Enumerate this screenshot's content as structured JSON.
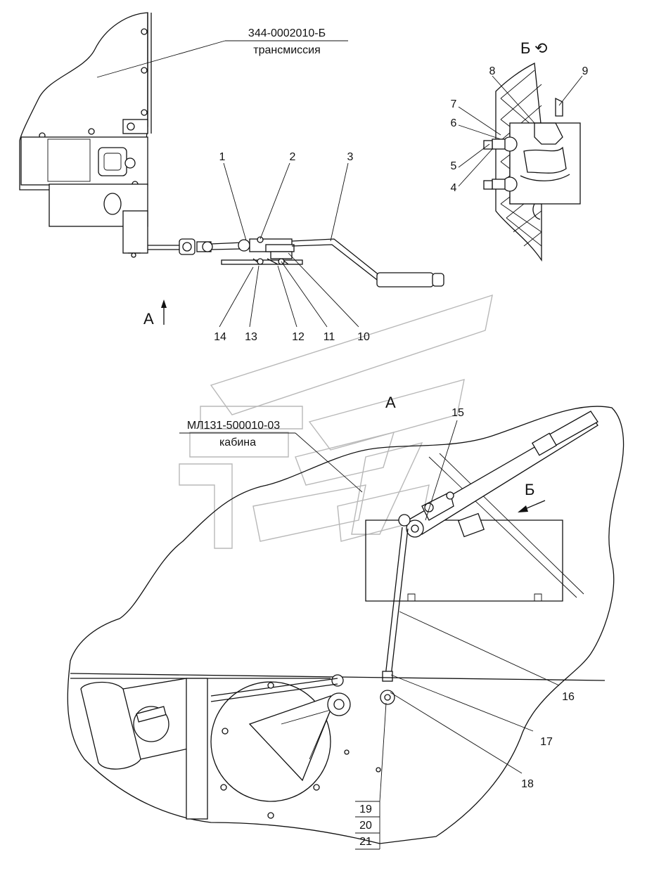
{
  "callouts": {
    "transmission_code": "344-0002010-Б",
    "transmission_name": "трансмиссия",
    "cabin_code": "МЛ131-500010-03",
    "cabin_name": "кабина"
  },
  "view_labels": {
    "view_a": "А",
    "view_a_title": "А",
    "view_b": "Б",
    "view_b_title": "Б",
    "rotate_symbol": "⟲"
  },
  "part_numbers": [
    "1",
    "2",
    "3",
    "4",
    "5",
    "6",
    "7",
    "8",
    "9",
    "10",
    "11",
    "12",
    "13",
    "14",
    "15",
    "16",
    "17",
    "18",
    "19",
    "20",
    "21"
  ]
}
